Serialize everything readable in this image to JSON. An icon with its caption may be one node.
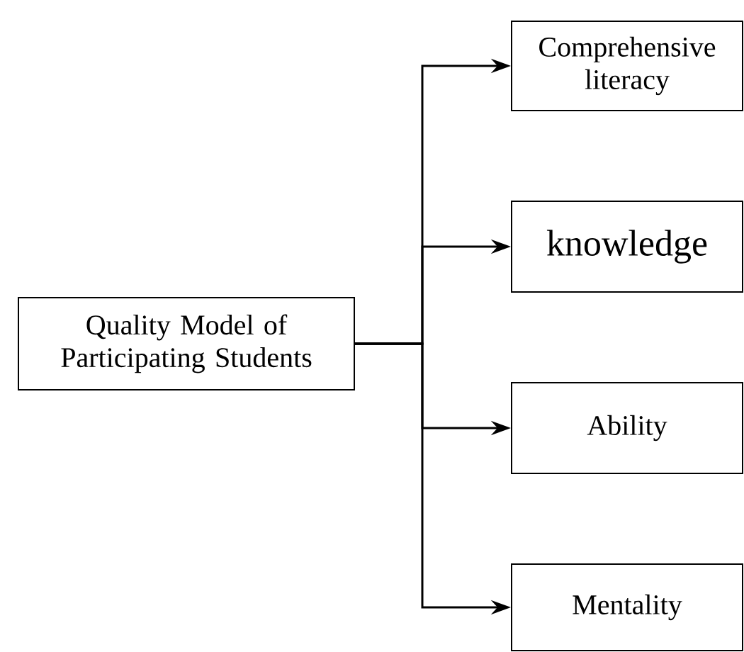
{
  "diagram": {
    "nodes": [
      {
        "text": [
          "Quality Model of Participating Students"
        ]
      },
      {
        "text": [
          "Comprehensive literacy"
        ]
      },
      {
        "text": [
          "knowledge"
        ]
      },
      {
        "text": [
          "Ability"
        ]
      },
      {
        "text": [
          "Mentality"
        ]
      }
    ],
    "edges": [
      {
        "from": 0,
        "to": 1,
        "arrow": "to"
      },
      {
        "from": 0,
        "to": 2,
        "arrow": "to"
      },
      {
        "from": 0,
        "to": 3,
        "arrow": "to"
      },
      {
        "from": 0,
        "to": 4,
        "arrow": "to"
      }
    ]
  }
}
